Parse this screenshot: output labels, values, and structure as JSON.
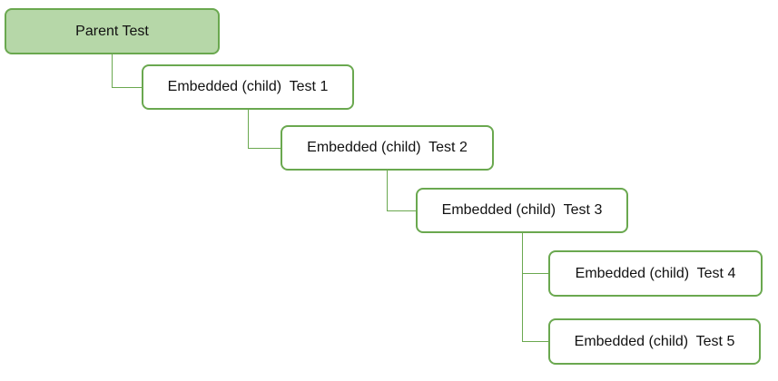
{
  "diagram": {
    "colors": {
      "border": "#6aa84f",
      "parent_fill": "#b6d7a8",
      "child_fill": "#ffffff",
      "connector": "#6aa84f"
    },
    "nodes": [
      {
        "label": "Parent Test",
        "kind": "parent"
      },
      {
        "label": "Embedded (child)  Test 1",
        "kind": "child"
      },
      {
        "label": "Embedded (child)  Test 2",
        "kind": "child"
      },
      {
        "label": "Embedded (child)  Test 3",
        "kind": "child"
      },
      {
        "label": "Embedded (child)  Test 4",
        "kind": "child"
      },
      {
        "label": "Embedded (child)  Test 5",
        "kind": "child"
      }
    ],
    "edges": [
      {
        "from": 0,
        "to": 1
      },
      {
        "from": 1,
        "to": 2
      },
      {
        "from": 2,
        "to": 3
      },
      {
        "from": 3,
        "to": 4
      },
      {
        "from": 3,
        "to": 5
      }
    ]
  }
}
